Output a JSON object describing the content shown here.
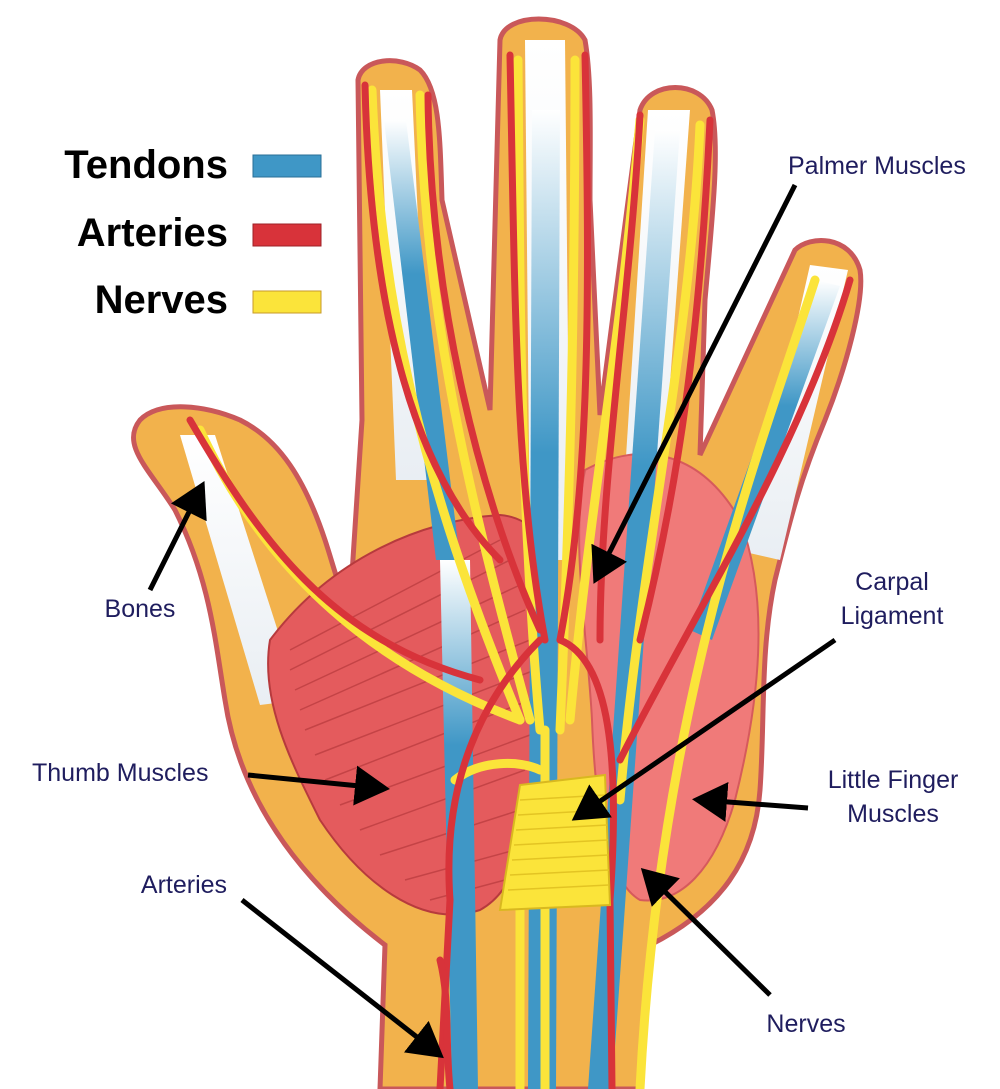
{
  "legend": {
    "items": [
      {
        "label": "Tendons",
        "color": "#3f97c6"
      },
      {
        "label": "Arteries",
        "color": "#d8333a"
      },
      {
        "label": "Nerves",
        "color": "#fbe43a"
      }
    ]
  },
  "labels": {
    "palmer_muscles": "Palmer Muscles",
    "carpal_line1": "Carpal",
    "carpal_line2": "Ligament",
    "bones": "Bones",
    "thumb_muscles": "Thumb Muscles",
    "little_finger_line1": "Little Finger",
    "little_finger_line2": "Muscles",
    "arteries": "Arteries",
    "nerves": "Nerves"
  },
  "colors": {
    "skin": "#f2b24c",
    "skin_outline": "#c9585a",
    "muscle": "#e45b5d",
    "muscle_light": "#f07a79",
    "bone": "#ffffff",
    "text": "#1f1d5e"
  }
}
